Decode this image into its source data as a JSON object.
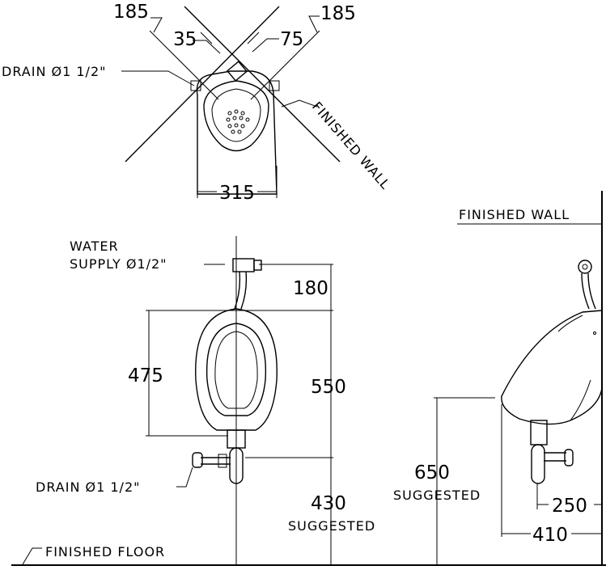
{
  "top_view": {
    "dim_185_left": "185",
    "dim_185_right": "185",
    "dim_35": "35",
    "dim_75": "75",
    "dim_315": "315",
    "drain_label": "DRAIN Ø1 1/2\"",
    "finished_wall": "FINISHED WALL"
  },
  "front_view": {
    "water_supply_line1": "WATER",
    "water_supply_line2": "SUPPLY Ø1/2\"",
    "dim_180": "180",
    "dim_475": "475",
    "dim_550": "550",
    "dim_430": "430",
    "suggested_430": "SUGGESTED",
    "drain_label": "DRAIN Ø1 1/2\"",
    "finished_floor": "FINISHED FLOOR"
  },
  "side_view": {
    "finished_wall": "FINISHED WALL",
    "dim_650": "650",
    "suggested_650": "SUGGESTED",
    "dim_250": "250",
    "dim_410": "410"
  }
}
